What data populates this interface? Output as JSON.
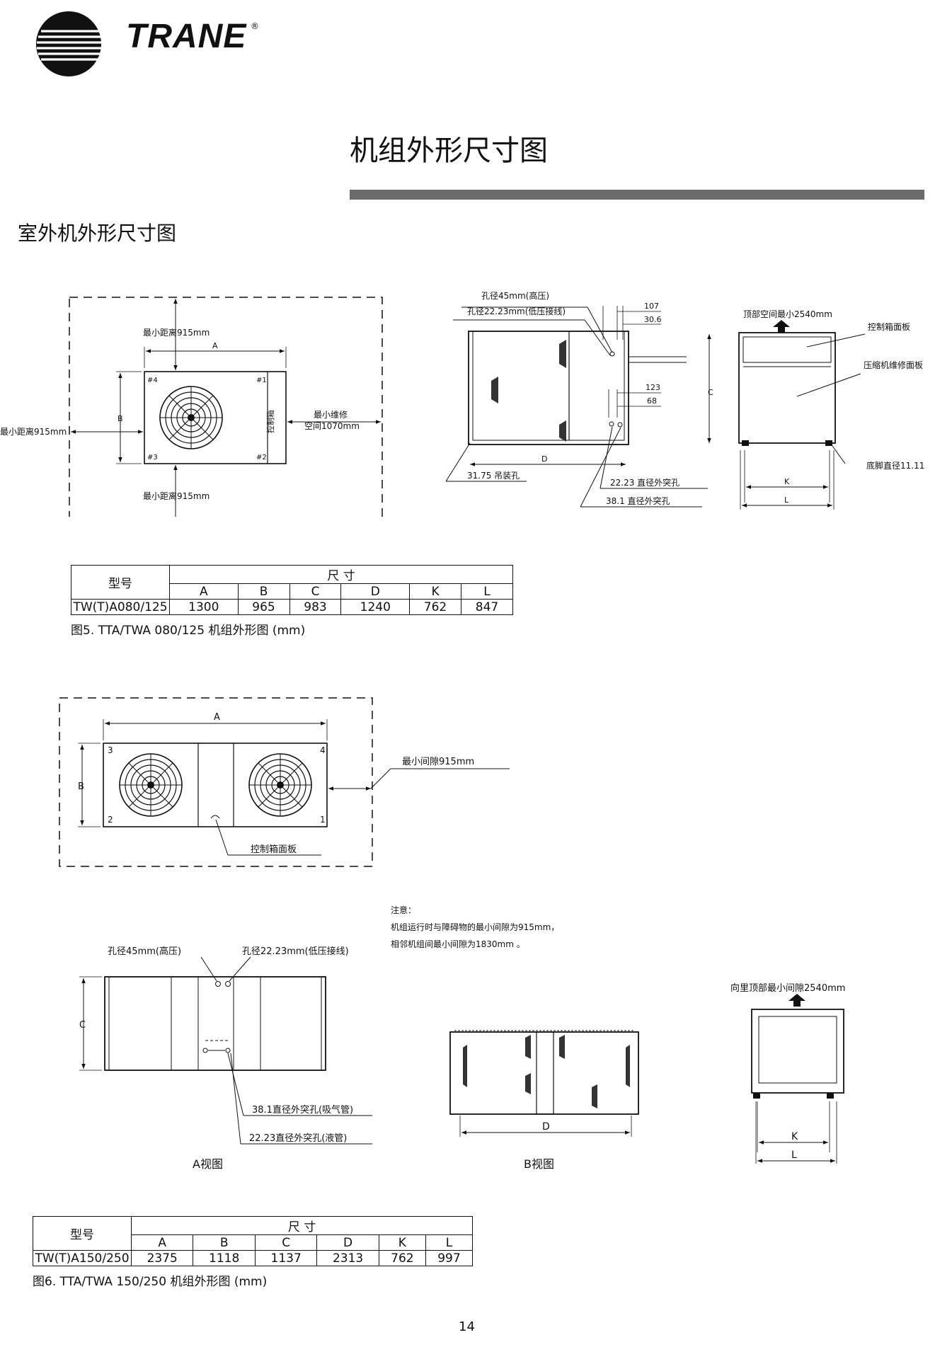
{
  "brand": {
    "name": "TRANE",
    "registered": "®"
  },
  "page_title": "机组外形尺寸图",
  "section_title": "室外机外形尺寸图",
  "figure5": {
    "top_view": {
      "min_dist_top": "最小距离915mm",
      "min_dist_bottom": "最小距离915mm",
      "min_dist_left": "最小距离915mm",
      "min_service_1": "最小维修",
      "min_service_2": "空间1070mm",
      "dim_a": "A",
      "dim_b": "B",
      "control_box": "控制箱",
      "corner_1": "#1",
      "corner_2": "#2",
      "corner_3": "#3",
      "corner_4": "#4"
    },
    "side_view": {
      "hole_45": "孔径45mm(高压)",
      "hole_2223": "孔径22.23mm(低压接线)",
      "dim_107": "107",
      "dim_306": "30.6",
      "dim_123": "123",
      "dim_68": "68",
      "dim_c": "C",
      "dim_d": "D",
      "lift_hole": "31.75 吊装孔",
      "flange_2223": "22.23 直径外突孔",
      "flange_381": "38.1 直径外突孔"
    },
    "end_view": {
      "top_clearance": "顶部空间最小2540mm",
      "control_panel": "控制箱面板",
      "compressor_panel": "压缩机维修面板",
      "foot_dia": "底脚直径11.11",
      "dim_k": "K",
      "dim_l": "L"
    },
    "table": {
      "model_header": "型号",
      "dims_header": "尺  寸",
      "cols": [
        "A",
        "B",
        "C",
        "D",
        "K",
        "L"
      ],
      "model": "TW(T)A080/125",
      "values": [
        "1300",
        "965",
        "983",
        "1240",
        "762",
        "847"
      ]
    },
    "caption": "图5. TTA/TWA 080/125 机组外形图 (mm)"
  },
  "figure6": {
    "top_view": {
      "dim_a": "A",
      "dim_b": "B",
      "min_gap": "最小间隙915mm",
      "control_panel": "控制箱面板",
      "corner_1": "1",
      "corner_2": "2",
      "corner_3": "3",
      "corner_4": "4"
    },
    "note": {
      "title": "注意：",
      "line1": "机组运行时与障碍物的最小间隙为915mm，",
      "line2": "相邻机组间最小间隙为1830mm 。"
    },
    "view_a": {
      "hole_45": "孔径45mm(高压)",
      "hole_2223": "孔径22.23mm(低压接线)",
      "dim_c": "C",
      "flange_381": "38.1直径外突孔(吸气管)",
      "flange_2223": "22.23直径外突孔(液管)",
      "label": "A视图"
    },
    "view_b": {
      "dim_d": "D",
      "label": "B视图"
    },
    "end_view": {
      "top_clearance": "向里顶部最小间隙2540mm",
      "dim_k": "K",
      "dim_l": "L"
    },
    "table": {
      "model_header": "型号",
      "dims_header": "尺  寸",
      "cols": [
        "A",
        "B",
        "C",
        "D",
        "K",
        "L"
      ],
      "model": "TW(T)A150/250",
      "values": [
        "2375",
        "1118",
        "1137",
        "2313",
        "762",
        "997"
      ]
    },
    "caption": "图6. TTA/TWA 150/250 机组外形图 (mm)"
  },
  "page_number": "14"
}
